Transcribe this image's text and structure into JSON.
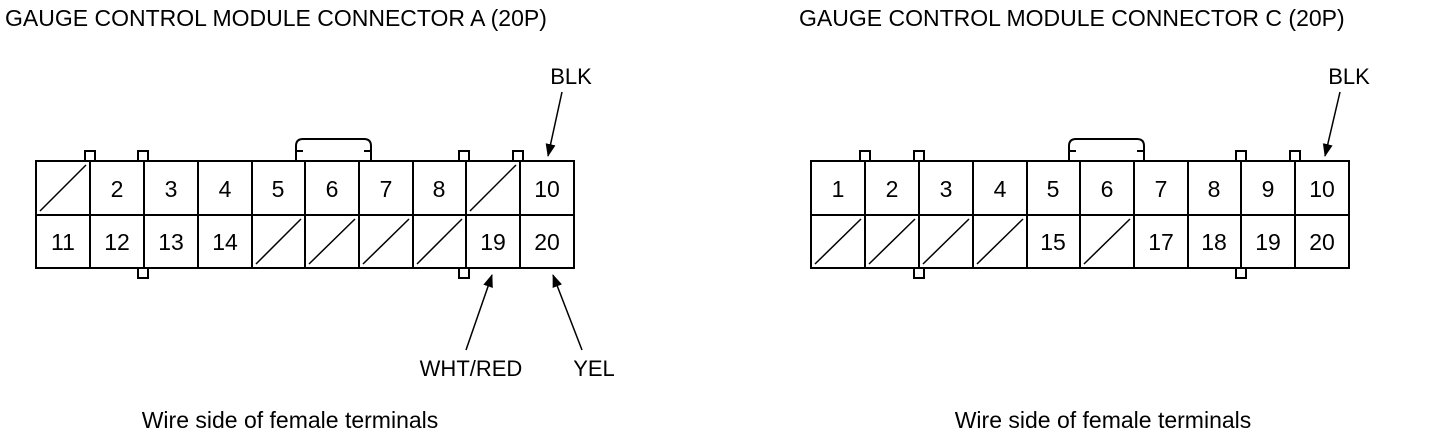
{
  "connectors": [
    {
      "title": "GAUGE CONTROL MODULE CONNECTOR A (20P)",
      "caption": "Wire side of female terminals",
      "rows": [
        [
          "",
          "2",
          "3",
          "4",
          "5",
          "6",
          "7",
          "8",
          "",
          "10"
        ],
        [
          "11",
          "12",
          "13",
          "14",
          "",
          "",
          "",
          "",
          "19",
          "20"
        ]
      ],
      "wires": [
        {
          "pin": "10",
          "color": "BLK"
        },
        {
          "pin": "19",
          "color": "WHT/RED"
        },
        {
          "pin": "20",
          "color": "YEL"
        }
      ]
    },
    {
      "title": "GAUGE CONTROL MODULE CONNECTOR C (20P)",
      "caption": "Wire side of female terminals",
      "rows": [
        [
          "1",
          "2",
          "3",
          "4",
          "5",
          "6",
          "7",
          "8",
          "9",
          "10"
        ],
        [
          "",
          "",
          "",
          "",
          "15",
          "",
          "17",
          "18",
          "19",
          "20"
        ]
      ],
      "wires": [
        {
          "pin": "10",
          "color": "BLK"
        }
      ]
    }
  ]
}
